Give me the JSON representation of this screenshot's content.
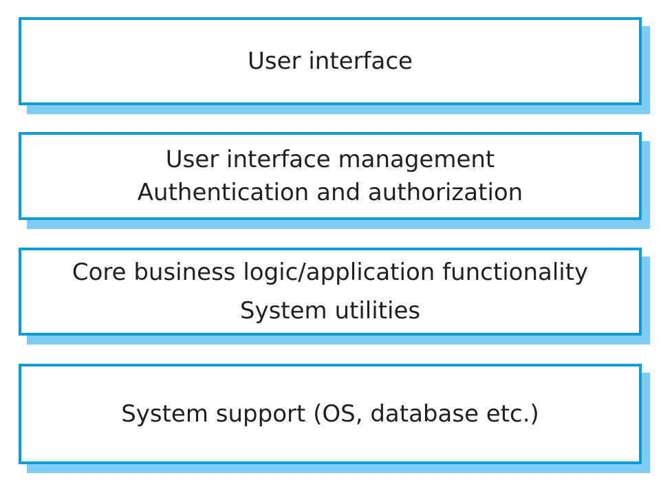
{
  "layers": [
    {
      "lines": [
        "User interface"
      ]
    },
    {
      "lines": [
        "User interface management",
        "Authentication and authorization"
      ]
    },
    {
      "lines": [
        "Core business logic/application functionality",
        "System utilities"
      ]
    },
    {
      "lines": [
        "System support (OS, database etc.)"
      ]
    }
  ],
  "colors": {
    "border": "#0d9ad9",
    "shadow": "#7fcdf4",
    "text": "#231f20"
  }
}
